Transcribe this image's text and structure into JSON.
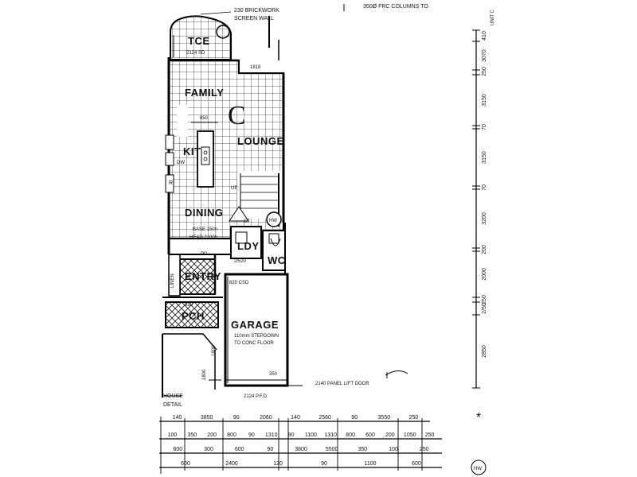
{
  "top_notes": {
    "brickwork": "230 BRICKWORK",
    "screen_wall": "SCREEN WALL",
    "columns": "350Ø FRC COLUMNS TO"
  },
  "unit_label": "C",
  "rooms": {
    "tce": "TCE",
    "family": "FAMILY",
    "lounge": "LOUNGE",
    "kit": "KIT",
    "dining": "DINING",
    "ldy": "LDY",
    "wc": "WC",
    "entry": "ENTRY",
    "pch": "PCH",
    "garage": "GARAGE",
    "linen": "LINEN"
  },
  "notes": {
    "tce_door": "2124 SD",
    "family_dim": "1818",
    "kit_dim": "850",
    "dw": "DW",
    "r": "R",
    "up": "UP",
    "st": "ST",
    "hw": "HW",
    "base": "BASE 150h",
    "head": "HEAD 2100h",
    "pd": "PD",
    "ldy_dim": "2/520",
    "csd": "820 CSD",
    "pch_dim": "820",
    "stepdown_1": "110mm STEPDOWN",
    "stepdown_2": "TO CONC FLOOR",
    "garage_pfd": "2124 P.F.D.",
    "garage_350": "350",
    "panel_door": "2140 PANEL LIFT DOOR",
    "house_1": "HOUSE",
    "house_2": "DETAIL",
    "dim_1800": "1800",
    "dim_1800b": "1800",
    "asterisk": "*",
    "hw_stamp": "HW"
  },
  "right_dims": [
    "410",
    "3070",
    "250",
    "3150",
    "70",
    "3150",
    "70",
    "3200",
    "200",
    "2000",
    "250",
    "2/50",
    "2850"
  ],
  "right_top_label": "UNIT C",
  "bottom_row1": [
    "140",
    "3850",
    "90",
    "2060",
    "140",
    "2560",
    "90",
    "3550",
    "250"
  ],
  "bottom_row2": [
    "100",
    "350",
    "200",
    "800",
    "90",
    "1310",
    "90",
    "1100",
    "1310",
    "800",
    "600",
    "200",
    "1050",
    "250"
  ],
  "bottom_row3": [
    "600",
    "300",
    "600",
    "90",
    "3800",
    "5500",
    "350",
    "100",
    "250"
  ],
  "bottom_row4": [
    "600",
    "2400",
    "120",
    "90",
    "1100",
    "600"
  ]
}
